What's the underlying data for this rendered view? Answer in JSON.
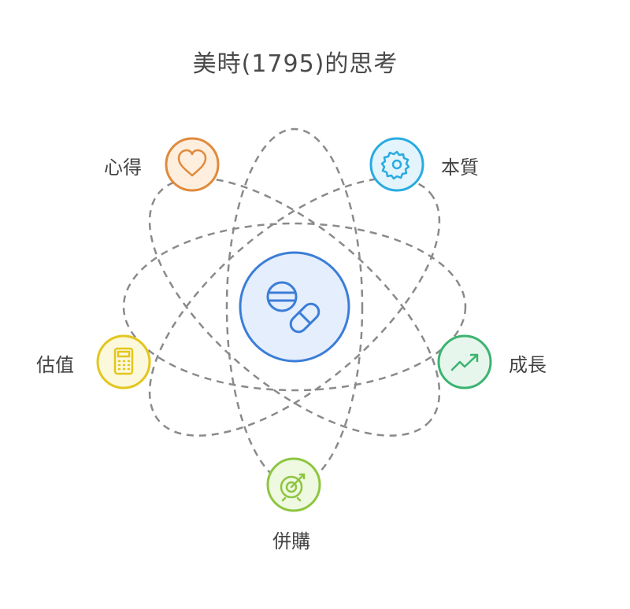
{
  "title": "美時(1795)的思考",
  "nodes": {
    "xinde": {
      "label": "心得",
      "icon": "heart-icon",
      "color": "#e08a3c",
      "fill": "#fdeedd"
    },
    "benzhi": {
      "label": "本質",
      "icon": "gear-icon",
      "color": "#29abe2",
      "fill": "#e3f4fc"
    },
    "guzhi": {
      "label": "估值",
      "icon": "calculator-icon",
      "color": "#e3c61c",
      "fill": "#fcf8dc"
    },
    "chengzhang": {
      "label": "成長",
      "icon": "trend-up-icon",
      "color": "#3cb371",
      "fill": "#e6f6ec"
    },
    "binggou": {
      "label": "併購",
      "icon": "target-icon",
      "color": "#8dc63f",
      "fill": "#eff8e1"
    }
  },
  "center": {
    "icon": "pills-icon",
    "color": "#3b7dd8",
    "fill": "#e4eefc"
  }
}
